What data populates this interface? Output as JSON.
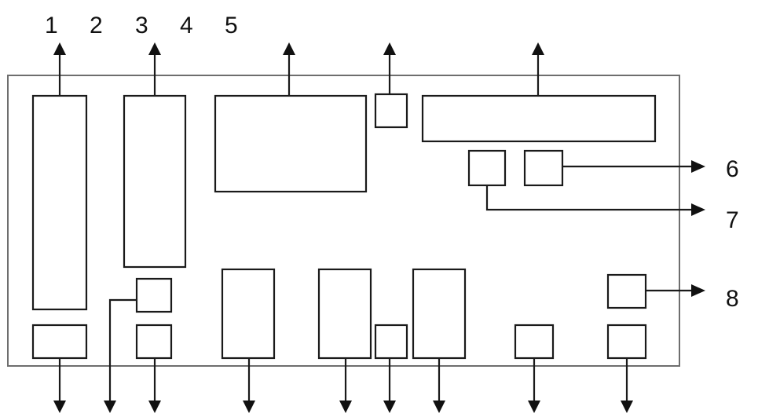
{
  "labels": {
    "top": [
      "1",
      "2",
      "3",
      "4",
      "5"
    ],
    "right": [
      "6",
      "7",
      "8"
    ]
  },
  "colors": {
    "stroke": "#1a1a1a",
    "frame": "#6e6e6e",
    "background": "#ffffff"
  }
}
